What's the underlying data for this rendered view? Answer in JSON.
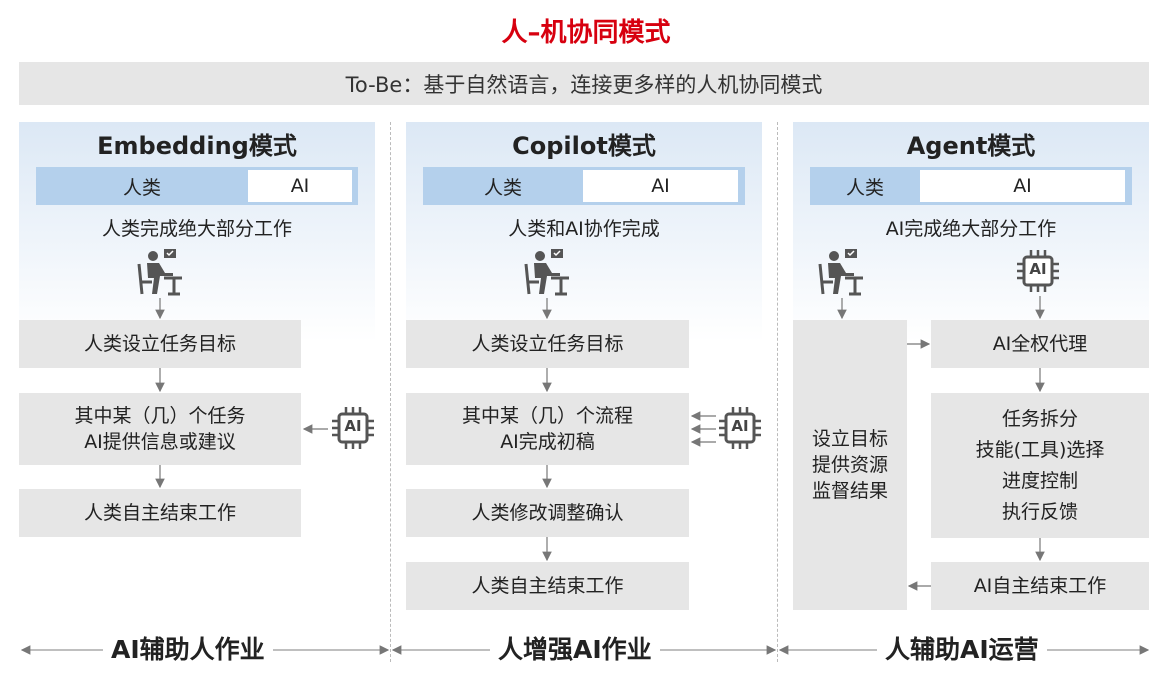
{
  "title": "人–机协同模式",
  "banner": "To-Be：基于自然语言，连接更多样的人机协同模式",
  "columns": [
    {
      "header": "Embedding模式",
      "human": "人类",
      "ai": "AI",
      "summary": "人类完成绝大部分工作",
      "steps": [
        "人类设立任务目标",
        "其中某（几）个任务",
        "AI提供信息或建议",
        "人类自主结束工作"
      ],
      "footer": "AI辅助人作业"
    },
    {
      "header": "Copilot模式",
      "human": "人类",
      "ai": "AI",
      "summary": "人类和AI协作完成",
      "steps": [
        "人类设立任务目标",
        "其中某（几）个流程",
        "AI完成初稿",
        "人类修改调整确认",
        "人类自主结束工作"
      ],
      "footer": "人增强AI作业"
    },
    {
      "header": "Agent模式",
      "human": "人类",
      "ai": "AI",
      "summary": "AI完成绝大部分工作",
      "human_box": [
        "设立目标",
        "提供资源",
        "监督结果"
      ],
      "steps": [
        "AI全权代理",
        "任务拆分",
        "技能(工具)选择",
        "进度控制",
        "执行反馈",
        "AI自主结束工作"
      ],
      "footer": "人辅助AI运营"
    }
  ],
  "chip_label": "AI",
  "colors": {
    "title": "#d7000f",
    "box": "#e6e6e6",
    "ratio_human": "#b4d0ec"
  }
}
